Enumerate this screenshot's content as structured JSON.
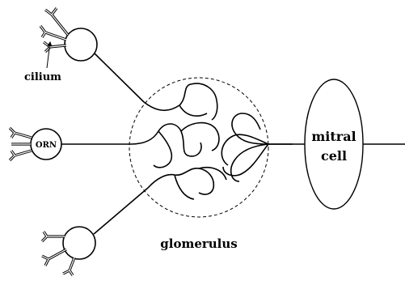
{
  "labels": {
    "cilium": "cilium",
    "orn": "ORN",
    "mitral_line1": "mitral",
    "mitral_line2": "cell",
    "glomerulus": "glomerulus"
  },
  "colors": {
    "stroke": "#000000",
    "background": "#ffffff"
  }
}
